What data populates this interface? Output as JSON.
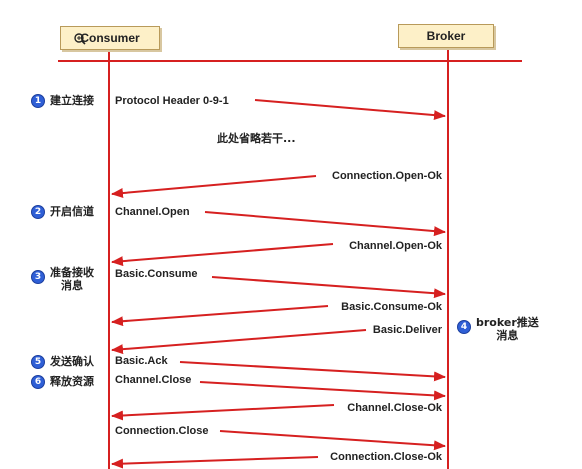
{
  "lifelines": {
    "consumer": "Consumer",
    "broker": "Broker"
  },
  "note": "此处省略若干...",
  "steps": [
    {
      "num": "1",
      "label": "建立连接"
    },
    {
      "num": "2",
      "label": "开启信道"
    },
    {
      "num": "3",
      "label": "准备接收\n消息"
    },
    {
      "num": "4",
      "label": "broker推送\n消息"
    },
    {
      "num": "5",
      "label": "发送确认"
    },
    {
      "num": "6",
      "label": "释放资源"
    }
  ],
  "messages": [
    {
      "label": "Protocol Header 0-9-1",
      "direction": "to-broker"
    },
    {
      "label": "Connection.Open-Ok",
      "direction": "to-consumer"
    },
    {
      "label": "Channel.Open",
      "direction": "to-broker"
    },
    {
      "label": "Channel.Open-Ok",
      "direction": "to-consumer"
    },
    {
      "label": "Basic.Consume",
      "direction": "to-broker"
    },
    {
      "label": "Basic.Consume-Ok",
      "direction": "to-consumer"
    },
    {
      "label": "Basic.Deliver",
      "direction": "to-consumer"
    },
    {
      "label": "Basic.Ack",
      "direction": "to-broker"
    },
    {
      "label": "Channel.Close",
      "direction": "to-broker"
    },
    {
      "label": "Channel.Close-Ok",
      "direction": "to-consumer"
    },
    {
      "label": "Connection.Close",
      "direction": "to-broker"
    },
    {
      "label": "Connection.Close-Ok",
      "direction": "to-consumer"
    }
  ],
  "colors": {
    "line": "#d62020",
    "badge": "#2f5fd6",
    "box": "#fdf0c8"
  }
}
